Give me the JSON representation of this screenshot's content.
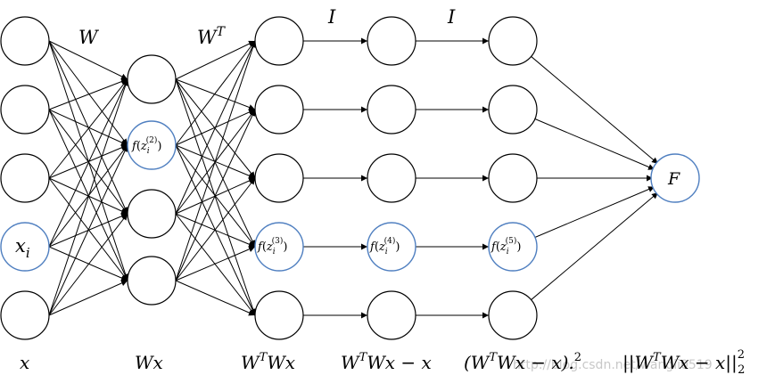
{
  "weights": {
    "w1": "W",
    "w2": "W",
    "w2_sup": "T",
    "i1": "I",
    "i2": "I"
  },
  "node_labels": {
    "xi_base": "x",
    "xi_sub": "i",
    "f2": {
      "f": "f",
      "z": "z",
      "sub": "i",
      "sup": "(2)"
    },
    "f3": {
      "f": "f",
      "z": "z",
      "sub": "i",
      "sup": "(3)"
    },
    "f4": {
      "f": "f",
      "z": "z",
      "sub": "i",
      "sup": "(4)"
    },
    "f5": {
      "f": "f",
      "z": "z",
      "sub": "i",
      "sup": "(5)"
    },
    "F": "F"
  },
  "bottom_labels": {
    "x": "x",
    "wx": "Wx",
    "wtwx": {
      "w": "W",
      "sup": "T",
      "rest": "Wx"
    },
    "wtwx_minus": {
      "w": "W",
      "sup": "T",
      "rest": "Wx − x"
    },
    "sq": {
      "open": "(W",
      "sup": "T",
      "rest": "Wx − x).",
      "pow": "2"
    },
    "norm": {
      "open": "||W",
      "sup": "T",
      "rest": "Wx − x||",
      "sub": "2",
      "pow": "2"
    }
  },
  "watermark": "http://blog.csdn.net/wangli0519"
}
